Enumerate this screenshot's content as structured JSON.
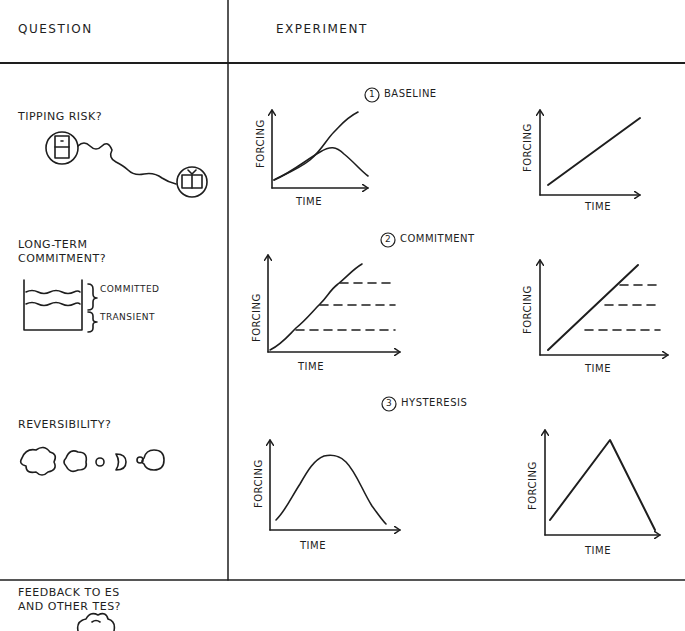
{
  "diagram": {
    "labels": [
      "QUESTION",
      "EXPERIMENT",
      "1",
      "BASELINE",
      "TIPPING RISK?",
      "FORCING",
      "TIME",
      "FORCING",
      "TIME",
      "2",
      "COMMITMENT",
      "LONG-TERM COMMITMENT?",
      "COMMITTED",
      "TRANSIENT",
      "FORCING",
      "TIME",
      "FORCING",
      "TIME",
      "3",
      "HYSTERESIS",
      "REVERSIBILITY?",
      "FORCING",
      "TIME",
      "FORCING",
      "TIME",
      "FEEDBACK TO ES AND OTHER TES?"
    ]
  }
}
